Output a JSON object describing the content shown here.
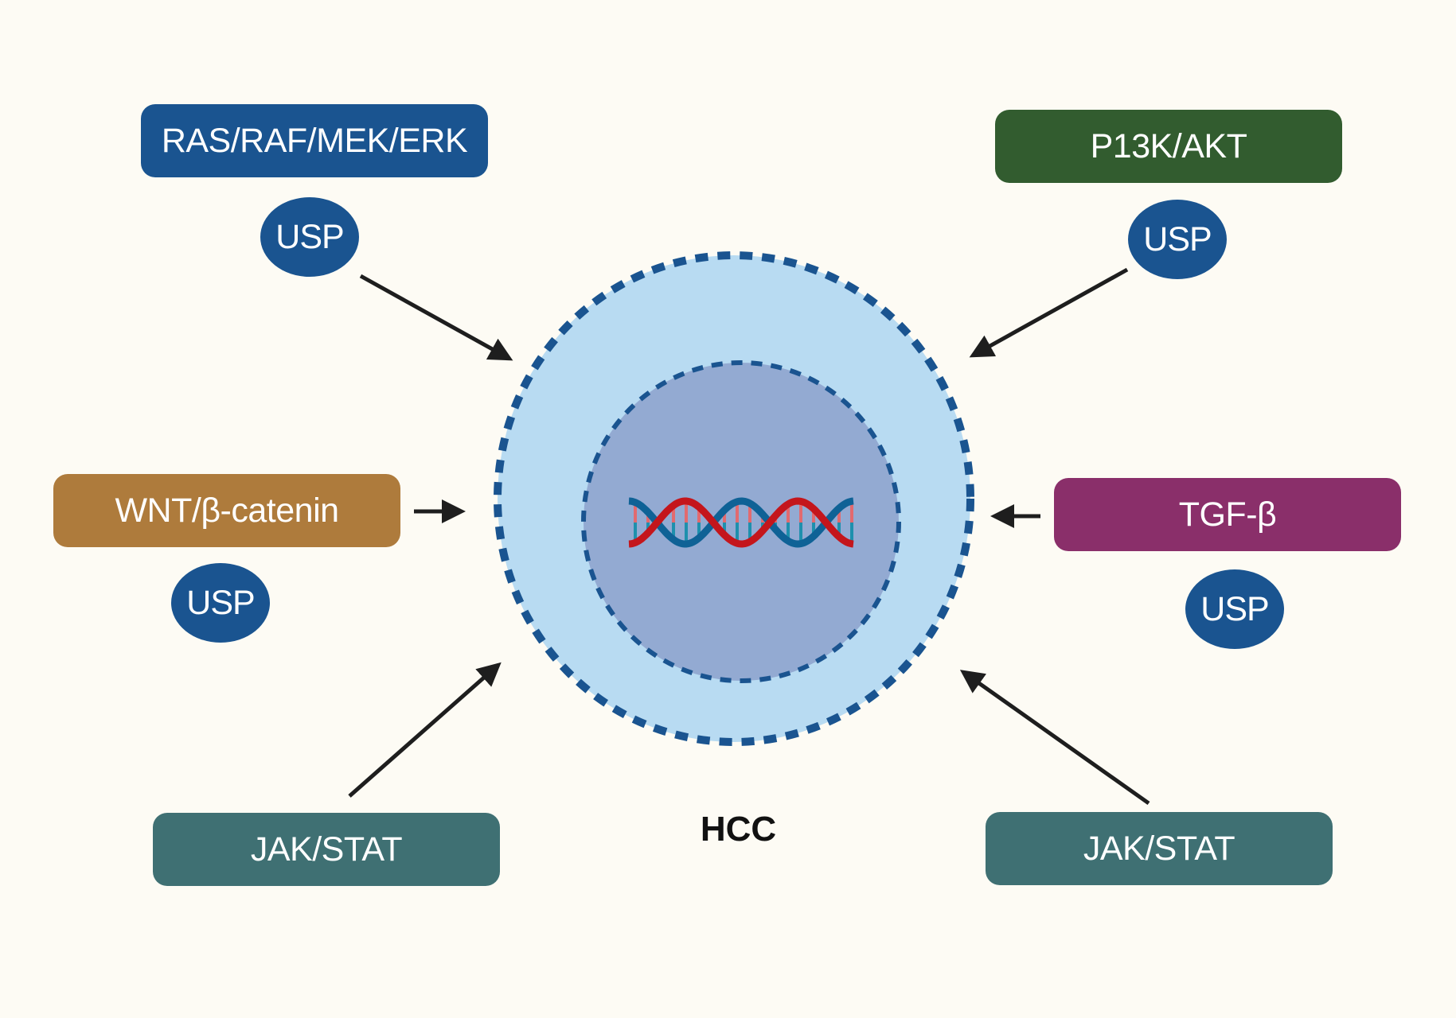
{
  "colors": {
    "background": "#fdfbf4",
    "usp": "#1a5490",
    "arrow": "#1e1e1e",
    "cell_fill": "#b8dbf2",
    "cell_border": "#1a5490",
    "nucleus_fill": "#93aad2",
    "dna_blue": "#0f6296",
    "dna_red": "#c4161c",
    "rung_pink": "#e26a6f",
    "rung_teal": "#1e90ad"
  },
  "pathways": [
    {
      "id": "ras",
      "label": "RAS/RAF/MEK/ERK",
      "color": "#1a5490",
      "usp": "USP"
    },
    {
      "id": "pi3k",
      "label": "P13K/AKT",
      "color": "#325c2f",
      "usp": "USP"
    },
    {
      "id": "wnt",
      "label": "WNT/β-catenin",
      "color": "#ae7b3c",
      "usp": "USP"
    },
    {
      "id": "tgf",
      "label": "TGF-β",
      "color": "#8a2f6a",
      "usp": "USP"
    },
    {
      "id": "jak-left",
      "label": "JAK/STAT",
      "color": "#3f7073"
    },
    {
      "id": "jak-right",
      "label": "JAK/STAT",
      "color": "#3f7073"
    }
  ],
  "cell": {
    "label": "HCC",
    "contents": "dna-helix"
  }
}
